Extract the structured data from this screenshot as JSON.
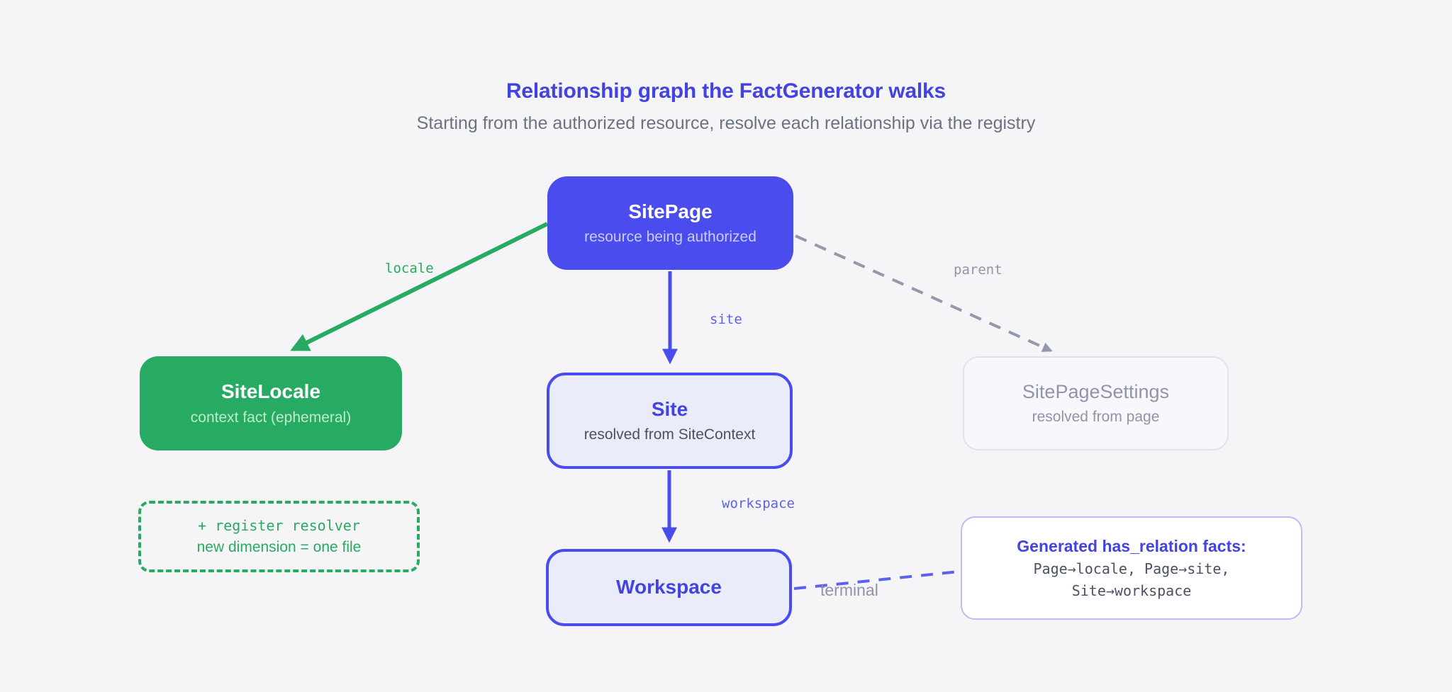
{
  "header": {
    "title": "Relationship graph the FactGenerator walks",
    "subtitle": "Starting from the authorized resource, resolve each relationship via the registry"
  },
  "nodes": {
    "site_page": {
      "title": "SitePage",
      "subtitle": "resource being authorized"
    },
    "site_locale": {
      "title": "SiteLocale",
      "subtitle": "context fact (ephemeral)"
    },
    "site": {
      "title": "Site",
      "subtitle": "resolved from SiteContext"
    },
    "site_page_settings": {
      "title": "SitePageSettings",
      "subtitle": "resolved from page"
    },
    "workspace": {
      "title": "Workspace"
    },
    "register_note": {
      "line1": "+ register resolver",
      "line2": "new dimension = one file"
    },
    "facts": {
      "title": "Generated has_relation facts:",
      "line1": "Page→locale, Page→site,",
      "line2": "Site→workspace"
    }
  },
  "edges": {
    "locale": {
      "label": "locale",
      "style": "solid-green-arrow"
    },
    "site": {
      "label": "site",
      "style": "solid-indigo-arrow"
    },
    "parent": {
      "label": "parent",
      "style": "dashed-gray-arrow"
    },
    "workspace": {
      "label": "workspace",
      "style": "solid-indigo-arrow"
    },
    "terminal": {
      "label": "terminal",
      "style": "dashed-blue"
    }
  },
  "colors": {
    "page-bg": "#f5f5f7",
    "indigo": "#4a4cee",
    "indigo-text": "#4343e2",
    "node-fill": "#ebecfa",
    "indigo-sub": "#c7cdf8",
    "facts-border": "#b9bff2",
    "dash-blue": "#5c63ea",
    "green": "#27ab62",
    "green-sub": "#bdeccd",
    "gray-line": "#9398ac",
    "gray-text": "#6b7280",
    "muted": "#9094a8",
    "settings-bg": "#f8f8fc",
    "settings-border": "#e0e2ee",
    "slate": "#4b5163",
    "white": "#ffffff"
  }
}
